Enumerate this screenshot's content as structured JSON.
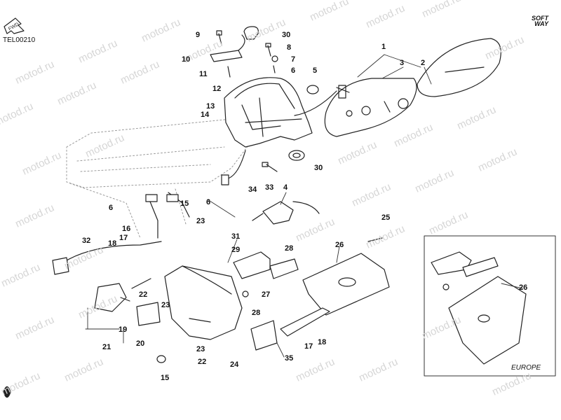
{
  "diagram": {
    "code": "TEL00210",
    "fwd_label": "FWD",
    "brand_line1": "SOFT",
    "brand_line2": "WAY",
    "europe_label": "EUROPE",
    "watermark": "motod.ru",
    "part_numbers": [
      "1",
      "2",
      "3",
      "4",
      "5",
      "6",
      "6",
      "6",
      "7",
      "8",
      "9",
      "10",
      "11",
      "12",
      "13",
      "14",
      "15",
      "15",
      "16",
      "17",
      "17",
      "18",
      "18",
      "19",
      "20",
      "21",
      "22",
      "22",
      "23",
      "23",
      "23",
      "24",
      "25",
      "26",
      "26",
      "27",
      "28",
      "28",
      "29",
      "30",
      "30",
      "31",
      "32",
      "33",
      "34",
      "35"
    ]
  }
}
